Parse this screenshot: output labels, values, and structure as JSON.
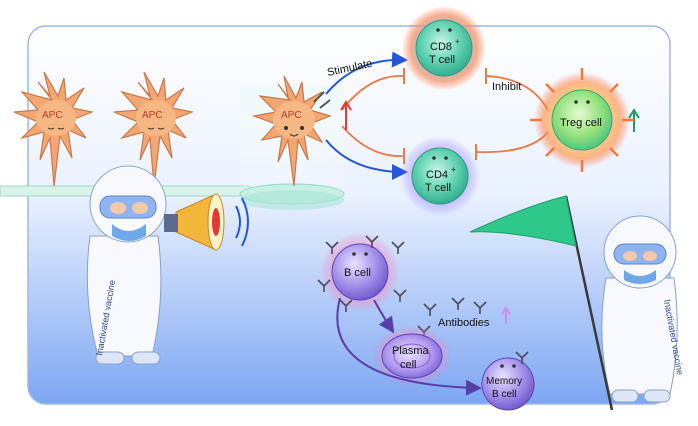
{
  "labels": {
    "apc": "APC",
    "stimulate": "Stimulate",
    "inhibit": "Inhibit",
    "cd8_line1": "CD8",
    "cd8_sup": "+",
    "cd8_line2": "T cell",
    "cd4_line1": "CD4",
    "cd4_sup": "+",
    "cd4_line2": "T cell",
    "treg": "Treg cell",
    "b_cell": "B cell",
    "antibodies": "Antibodies",
    "plasma_line1": "Plasma",
    "plasma_line2": "cell",
    "memory_line1": "Memory",
    "memory_line2": "B cell",
    "vaccine_left": "Inactivated vaccine",
    "vaccine_right": "Inactivated vaccine"
  },
  "colors": {
    "panel_top": "#ffffff",
    "panel_bottom": "#7da6f2",
    "stimulate_arrow": "#2357d6",
    "inhibit_line": "#e8794a",
    "up_arrow_red": "#e23b2f",
    "up_arrow_green": "#1d9e5b",
    "up_arrow_pink": "#d58ae6",
    "apc_body": "#f2a772",
    "teal_cell": "#5fd2b0",
    "treg_cell": "#8fe07a",
    "b_cell": "#8b74e0",
    "flag": "#2ec98a"
  },
  "icons": [
    "megaphone-icon",
    "flag-icon",
    "antibody-icon"
  ]
}
